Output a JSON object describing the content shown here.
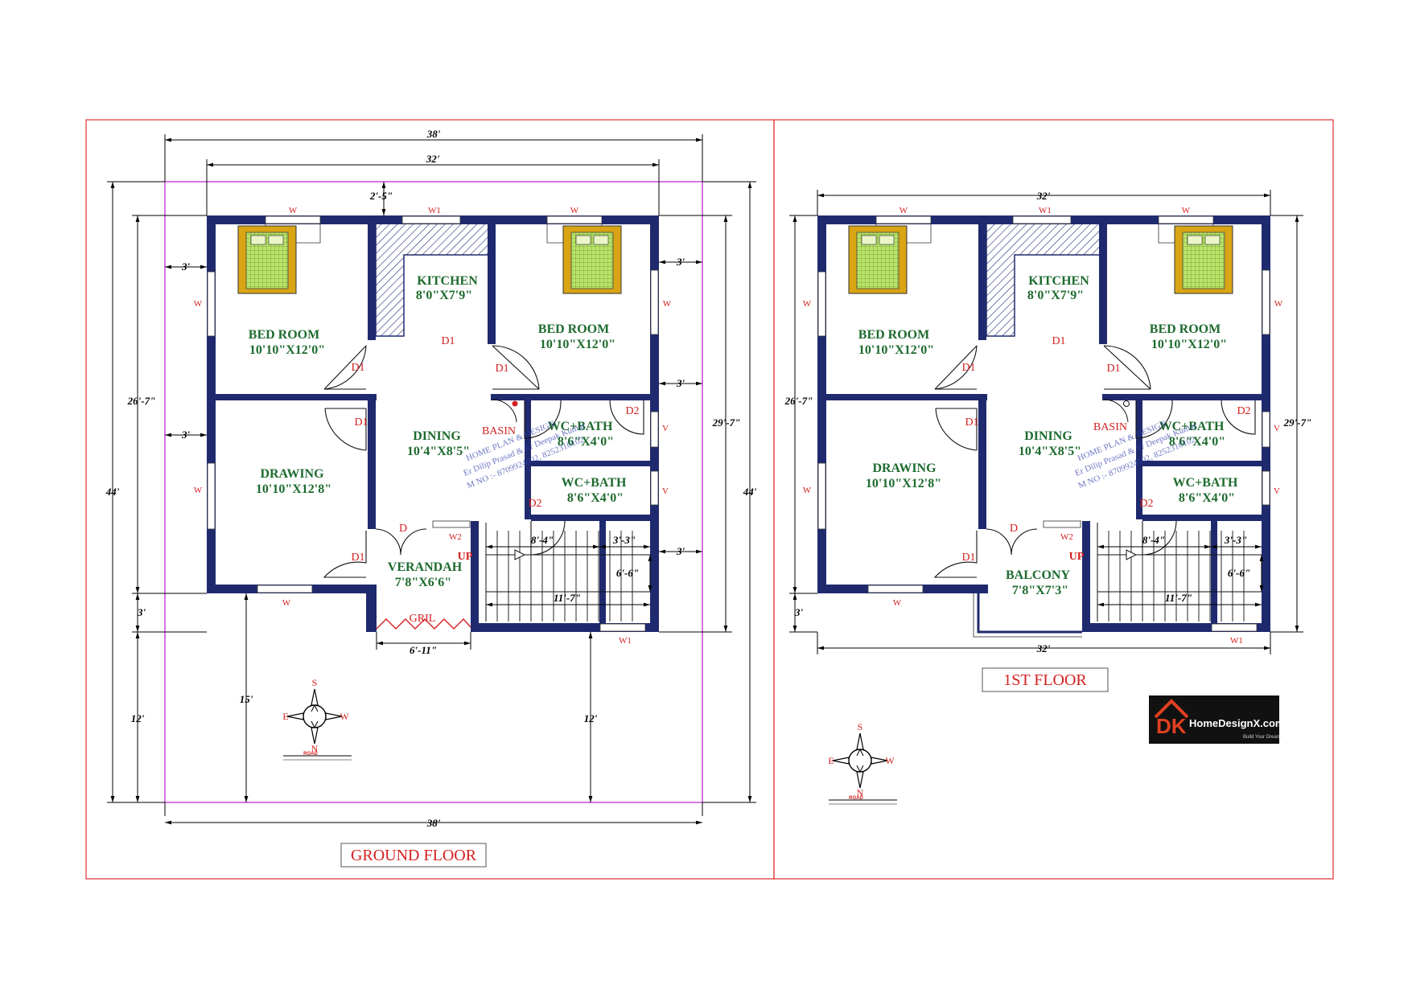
{
  "colors": {
    "wall": "#1f2a6e",
    "room_text": "#1e6b2f",
    "tag_red": "#d42020",
    "frame_red": "#e03030",
    "plot_magenta": "#c13bd6",
    "bed_gold": "#d9a514",
    "bed_green": "#b9e36b"
  },
  "ground": {
    "title": "GROUND FLOOR",
    "rooms": {
      "bed1": {
        "name": "BED ROOM",
        "size": "10'10\"X12'0\""
      },
      "kitchen": {
        "name": "KITCHEN",
        "size": "8'0\"X7'9\""
      },
      "bed2": {
        "name": "BED ROOM",
        "size": "10'10\"X12'0\""
      },
      "dining": {
        "name": "DINING",
        "size": "10'4\"X8'5\""
      },
      "wcbath1": {
        "name": "WC+BATH",
        "size": "8'6\"X4'0\""
      },
      "wcbath2": {
        "name": "WC+BATH",
        "size": "8'6\"X4'0\""
      },
      "drawing": {
        "name": "DRAWING",
        "size": "10'10\"X12'8\""
      },
      "verandah": {
        "name": "VERANDAH",
        "size": "7'8\"X6'6\""
      }
    },
    "labels": {
      "basin": "BASIN",
      "up": "UP",
      "gril": "GRIL",
      "d1": "D1",
      "d2": "D2",
      "d": "D",
      "w": "W",
      "w1": "W1",
      "w2": "W2",
      "v": "V"
    },
    "dims": {
      "top38": "38'",
      "top32": "32'",
      "setback_top": "2'-5\"",
      "left44": "44'",
      "left267": "26'-7\"",
      "left3a": "3'",
      "left3b": "3'",
      "left3c": "3'",
      "left12": "12'",
      "mid15": "15'",
      "mid12": "12'",
      "right3a": "3'",
      "right3b": "3'",
      "right3c": "3'",
      "right297": "29'-7\"",
      "right44": "44'",
      "stair84": "8'-4\"",
      "stair33": "3'-3\"",
      "stair66": "6'-6\"",
      "stair117": "11'-7\"",
      "gril611": "6'-11\"",
      "bottom38": "38'"
    },
    "compass": {
      "n": "N",
      "s": "S",
      "e": "E",
      "w": "W",
      "road": "ROAD"
    }
  },
  "first": {
    "title": "1ST FLOOR",
    "rooms": {
      "bed1": {
        "name": "BED ROOM",
        "size": "10'10\"X12'0\""
      },
      "kitchen": {
        "name": "KITCHEN",
        "size": "8'0\"X7'9\""
      },
      "bed2": {
        "name": "BED ROOM",
        "size": "10'10\"X12'0\""
      },
      "dining": {
        "name": "DINING",
        "size": "10'4\"X8'5\""
      },
      "wcbath1": {
        "name": "WC+BATH",
        "size": "8'6\"X4'0\""
      },
      "wcbath2": {
        "name": "WC+BATH",
        "size": "8'6\"X4'0\""
      },
      "drawing": {
        "name": "DRAWING",
        "size": "10'10\"X12'8\""
      },
      "balcony": {
        "name": "BALCONY",
        "size": "7'8\"X7'3\""
      }
    },
    "labels": {
      "basin": "BASIN",
      "up": "UP",
      "d1": "D1",
      "d2": "D2",
      "d": "D",
      "w": "W",
      "w1": "W1",
      "w2": "W2",
      "v": "V"
    },
    "dims": {
      "top32": "32'",
      "left267": "26'-7\"",
      "left3": "3'",
      "right297": "29'-7\"",
      "stair84": "8'-4\"",
      "stair33": "3'-3\"",
      "stair66": "6'-6\"",
      "stair117": "11'-7\"",
      "bottom32": "32'"
    },
    "compass": {
      "n": "N",
      "s": "S",
      "e": "E",
      "w": "W",
      "road": "ROAD"
    }
  },
  "watermark": {
    "line1": "HOME PLAN & DESIGN",
    "line2": "Er Dilip Prasad & Er Deepak Kumar",
    "line3": "M NO :- 8709924602, 8252310102"
  },
  "logo": {
    "mark": "DK",
    "name": "HomeDesignX.com",
    "tagline": "Build Your Dream"
  }
}
